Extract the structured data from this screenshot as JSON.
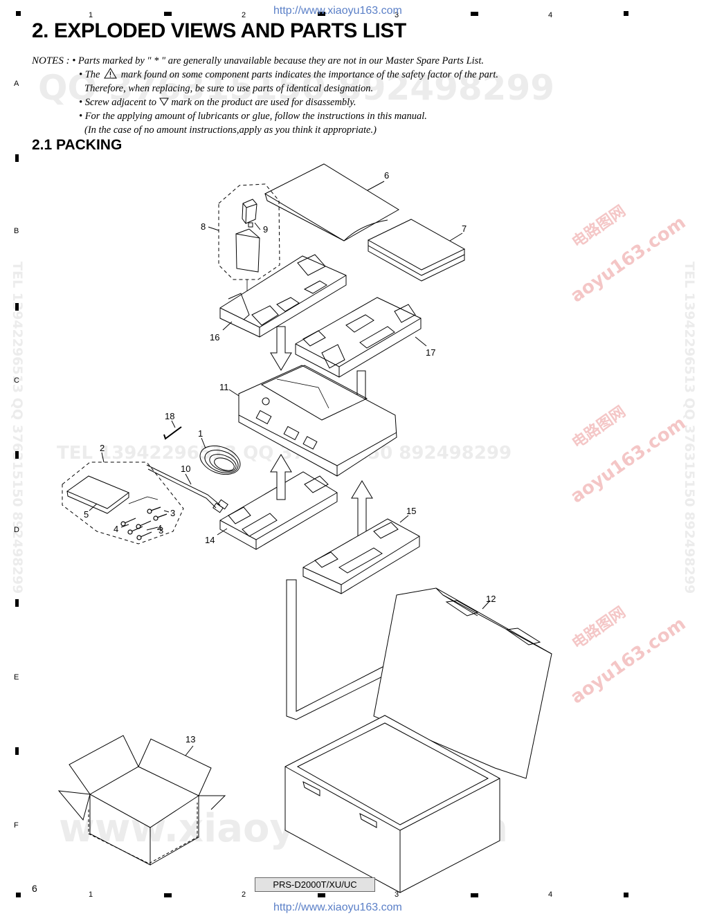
{
  "header_url": "http://www.xiaoyu163.com",
  "footer_url": "http://www.xiaoyu163.com",
  "column_numbers": [
    "1",
    "2",
    "3",
    "4"
  ],
  "row_letters": [
    "A",
    "B",
    "C",
    "D",
    "E",
    "F"
  ],
  "page_title": "2. EXPLODED VIEWS AND PARTS LIST",
  "notes": {
    "label": "NOTES :",
    "line1": "• Parts marked by  \" * \"  are generally unavailable because they are not in our Master Spare Parts List.",
    "line2_pre": "• The",
    "line2_post": "mark found on some component parts indicates the importance of the safety factor of the part.",
    "line3": "Therefore, when replacing, be sure to use parts of identical designation.",
    "line4_pre": "• Screw adjacent to",
    "line4_post": "mark on the product are used for disassembly.",
    "line5": "• For the applying amount of lubricants or glue, follow the instructions in this manual.",
    "line6": "(In the case of no amount instructions,apply as you think it appropriate.)"
  },
  "section_title": "2.1  PACKING",
  "part_labels": {
    "p1": "1",
    "p2": "2",
    "p3": "3",
    "p3b": "3",
    "p4": "4",
    "p4b": "4",
    "p5": "5",
    "p6": "6",
    "p7": "7",
    "p8": "8",
    "p9": "9",
    "p10": "10",
    "p11": "11",
    "p12": "12",
    "p13": "13",
    "p14": "14",
    "p15": "15",
    "p16": "16",
    "p17": "17",
    "p18": "18"
  },
  "watermarks": {
    "qq_top": "QQ 376315150  892498299",
    "tel_mid": "TEL 13942296513  QQ 376315150  892498299",
    "www_bottom": "www.xiaoyu163.com",
    "side_right": "TEL 13942296513  QQ 376315150  892498299",
    "side_left": "TEL 13942296513  QQ 376315150  892498299",
    "cn_site": "电路图网",
    "site": "aoyu163.com"
  },
  "page_number": "6",
  "model_name": "PRS-D2000T/XU/UC"
}
